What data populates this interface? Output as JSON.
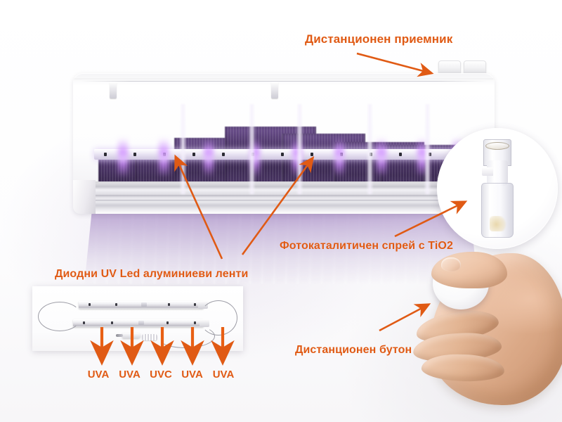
{
  "diagram": {
    "title": "UV LED air conditioner sanitizing system",
    "accent_color": "#e05a14",
    "uv_glow_color": "#b06ef0",
    "coil_color": "#4b3368"
  },
  "labels": {
    "remote_receiver": "Дистанционен приемник",
    "photocatalytic_spray": "Фотокаталитичен спрей с TiO2",
    "uv_led_strips": "Диодни UV Led алуминиеви ленти",
    "remote_button": "Дистанционен бутон"
  },
  "led_callouts": [
    {
      "label": "UVA"
    },
    {
      "label": "UVA"
    },
    {
      "label": "UVC"
    },
    {
      "label": "UVA"
    },
    {
      "label": "UVA"
    }
  ],
  "components": {
    "ac_unit": "wall-mounted split air conditioner",
    "receiver_modules": 2,
    "spray_bottle": "TiO2 photocatalytic spray bottle",
    "remote": "round white remote button",
    "led_strip_count": 2
  }
}
